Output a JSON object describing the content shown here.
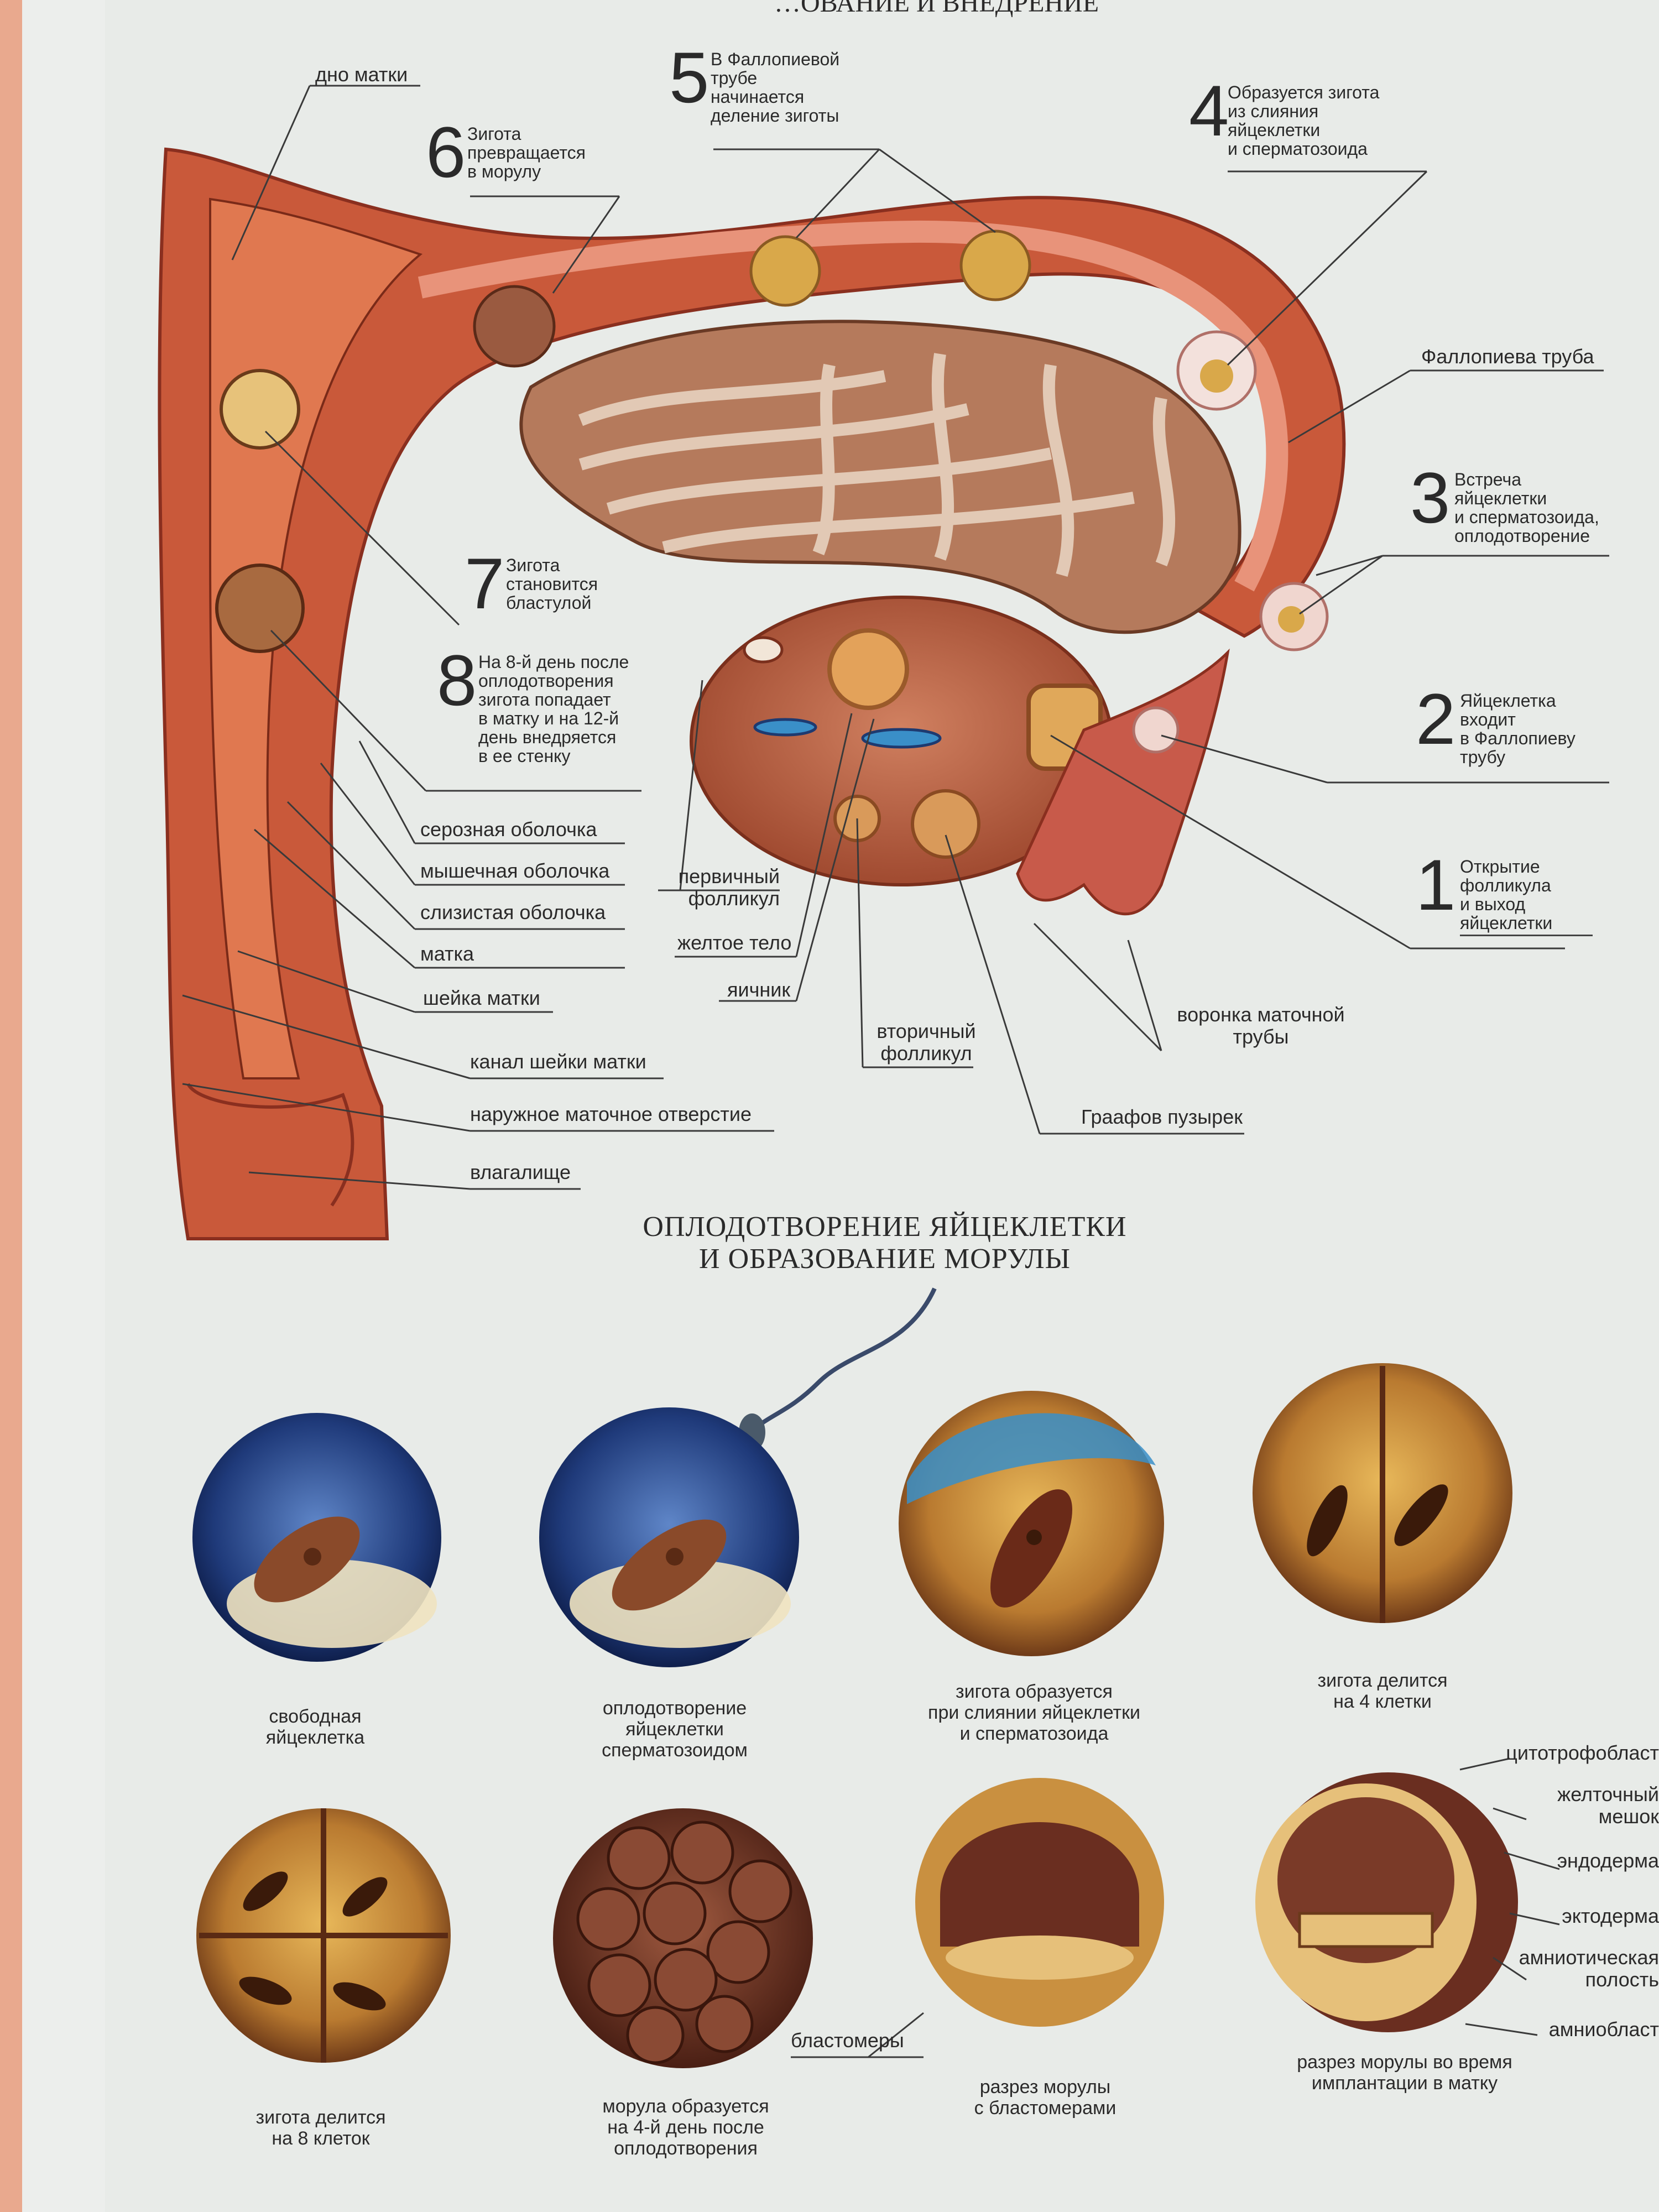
{
  "header_fragment": "…ОВАНИЕ И ВНЕДРЕНИЕ",
  "steps": [
    {
      "n": "1",
      "text": "Открытие\nфолликула\nи выход\nяйцеклетки"
    },
    {
      "n": "2",
      "text": "Яйцеклетка\nвходит\nв Фаллопиеву\nтрубу"
    },
    {
      "n": "3",
      "text": "Встреча\nяйцеклетки\nи сперматозоида,\nоплодотворение"
    },
    {
      "n": "4",
      "text": "Образуется зигота\nиз слияния\nяйцеклетки\nи сперматозоида"
    },
    {
      "n": "5",
      "text": "В Фаллопиевой\nтрубе\nначинается\nделение зиготы"
    },
    {
      "n": "6",
      "text": "Зигота\nпревращается\nв морулу"
    },
    {
      "n": "7",
      "text": "Зигота\nстановится\nбластулой"
    },
    {
      "n": "8",
      "text": "На 8-й день после\nоплодотворения\nзигота попадает\nв матку и на 12-й\nдень внедряется\nв ее стенку"
    }
  ],
  "labels": {
    "dno_matki": "дно матки",
    "fallopieva_truba": "Фаллопиева труба",
    "seroznaya": "серозная оболочка",
    "myshechnaya": "мышечная оболочка",
    "slizistaya": "слизистая оболочка",
    "matka": "матка",
    "sheyka": "шейка матки",
    "kanal": "канал шейки матки",
    "otverstie": "наружное маточное отверстие",
    "vlagalishche": "влагалище",
    "pervichny": "первичный\nфолликул",
    "zheltoe": "желтое тело",
    "yaichnik": "яичник",
    "vtorichny": "вторичный\nфолликул",
    "graafov": "Граафов пузырек",
    "voronka": "воронка маточной\nтрубы"
  },
  "section_title": "ОПЛОДОТВОРЕНИЕ ЯЙЦЕКЛЕТКИ\nИ ОБРАЗОВАНИЕ МОРУЛЫ",
  "stages": [
    {
      "caption": "свободная\nяйцеклетка"
    },
    {
      "caption": "оплодотворение\nяйцеклетки\nсперматозоидом"
    },
    {
      "caption": "зигота образуется\nпри слиянии яйцеклетки\nи сперматозоида"
    },
    {
      "caption": "зигота делится\nна 4 клетки"
    },
    {
      "caption": "зигота делится\nна 8 клеток"
    },
    {
      "caption": "морула образуется\nна 4-й день после\nоплодотворения"
    },
    {
      "caption": "разрез морулы\nс бластомерами"
    },
    {
      "caption": "разрез морулы во время\nимплантации в матку"
    }
  ],
  "blastomery": "бластомеры",
  "implant_labels": [
    "цитотрофобласт",
    "желточный\nмешок",
    "эндодерма",
    "эктодерма",
    "амниотическая\nполость",
    "амниобласт"
  ],
  "colors": {
    "tissue": "#c9593a",
    "tissue_dark": "#8a2f1f",
    "yolk": "#d9a84a",
    "egg_blue": "#1f3a7a",
    "page": "#eceee9"
  }
}
